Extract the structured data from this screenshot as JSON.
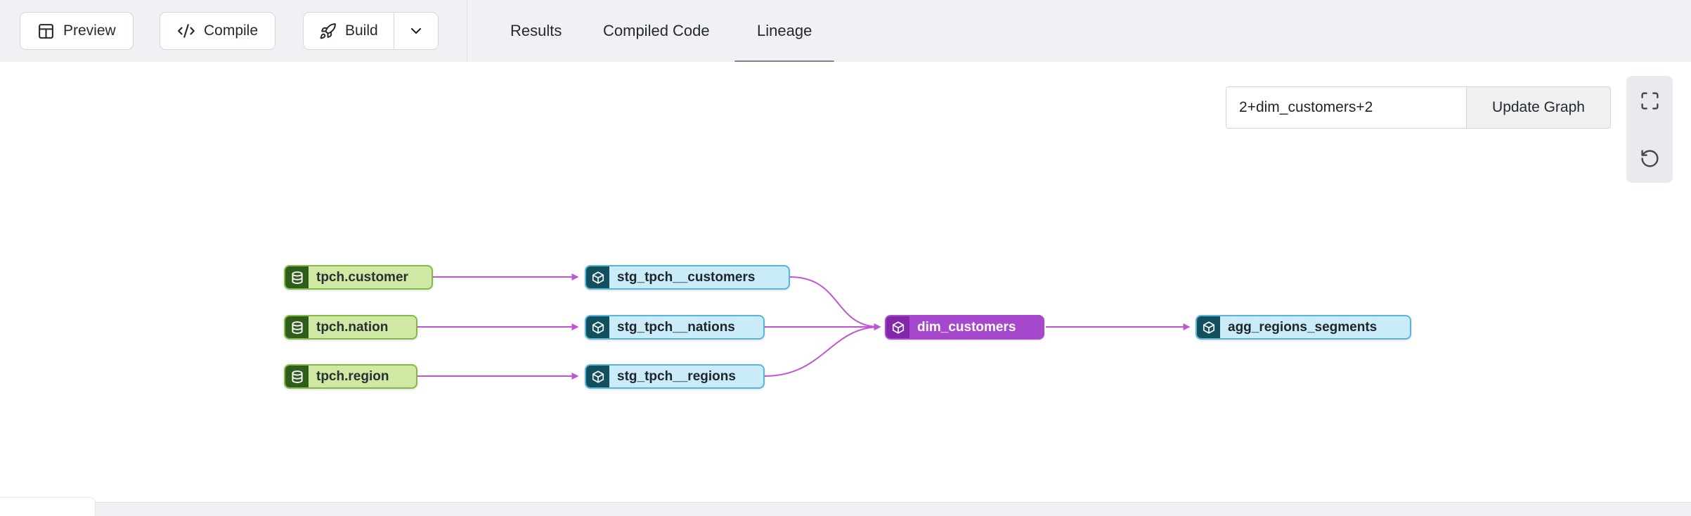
{
  "toolbar": {
    "preview": "Preview",
    "compile": "Compile",
    "build": "Build"
  },
  "tabs": {
    "results": "Results",
    "compiled_code": "Compiled Code",
    "lineage": "Lineage"
  },
  "lineage": {
    "selector_value": "2+dim_customers+2",
    "update_button": "Update Graph",
    "edge_color": "#bf55d3",
    "node_colors": {
      "source_bg": "#cfe9a4",
      "source_border": "#83ba47",
      "source_chip": "#2f5d1b",
      "model_bg": "#c9ecf8",
      "model_border": "#58b6d8",
      "model_chip": "#124f5f",
      "selected_bg": "#a648ce",
      "selected_chip": "#8227aa"
    },
    "nodes": [
      {
        "id": "tpch.customer",
        "label": "tpch.customer",
        "type": "source"
      },
      {
        "id": "tpch.nation",
        "label": "tpch.nation",
        "type": "source"
      },
      {
        "id": "tpch.region",
        "label": "tpch.region",
        "type": "source"
      },
      {
        "id": "stg_tpch__customers",
        "label": "stg_tpch__customers",
        "type": "model"
      },
      {
        "id": "stg_tpch__nations",
        "label": "stg_tpch__nations",
        "type": "model"
      },
      {
        "id": "stg_tpch__regions",
        "label": "stg_tpch__regions",
        "type": "model"
      },
      {
        "id": "dim_customers",
        "label": "dim_customers",
        "type": "model",
        "selected": true
      },
      {
        "id": "agg_regions_segments",
        "label": "agg_regions_segments",
        "type": "model"
      }
    ],
    "edges": [
      {
        "from": "tpch.customer",
        "to": "stg_tpch__customers"
      },
      {
        "from": "tpch.nation",
        "to": "stg_tpch__nations"
      },
      {
        "from": "tpch.region",
        "to": "stg_tpch__regions"
      },
      {
        "from": "stg_tpch__customers",
        "to": "dim_customers"
      },
      {
        "from": "stg_tpch__nations",
        "to": "dim_customers"
      },
      {
        "from": "stg_tpch__regions",
        "to": "dim_customers"
      },
      {
        "from": "dim_customers",
        "to": "agg_regions_segments"
      }
    ]
  }
}
